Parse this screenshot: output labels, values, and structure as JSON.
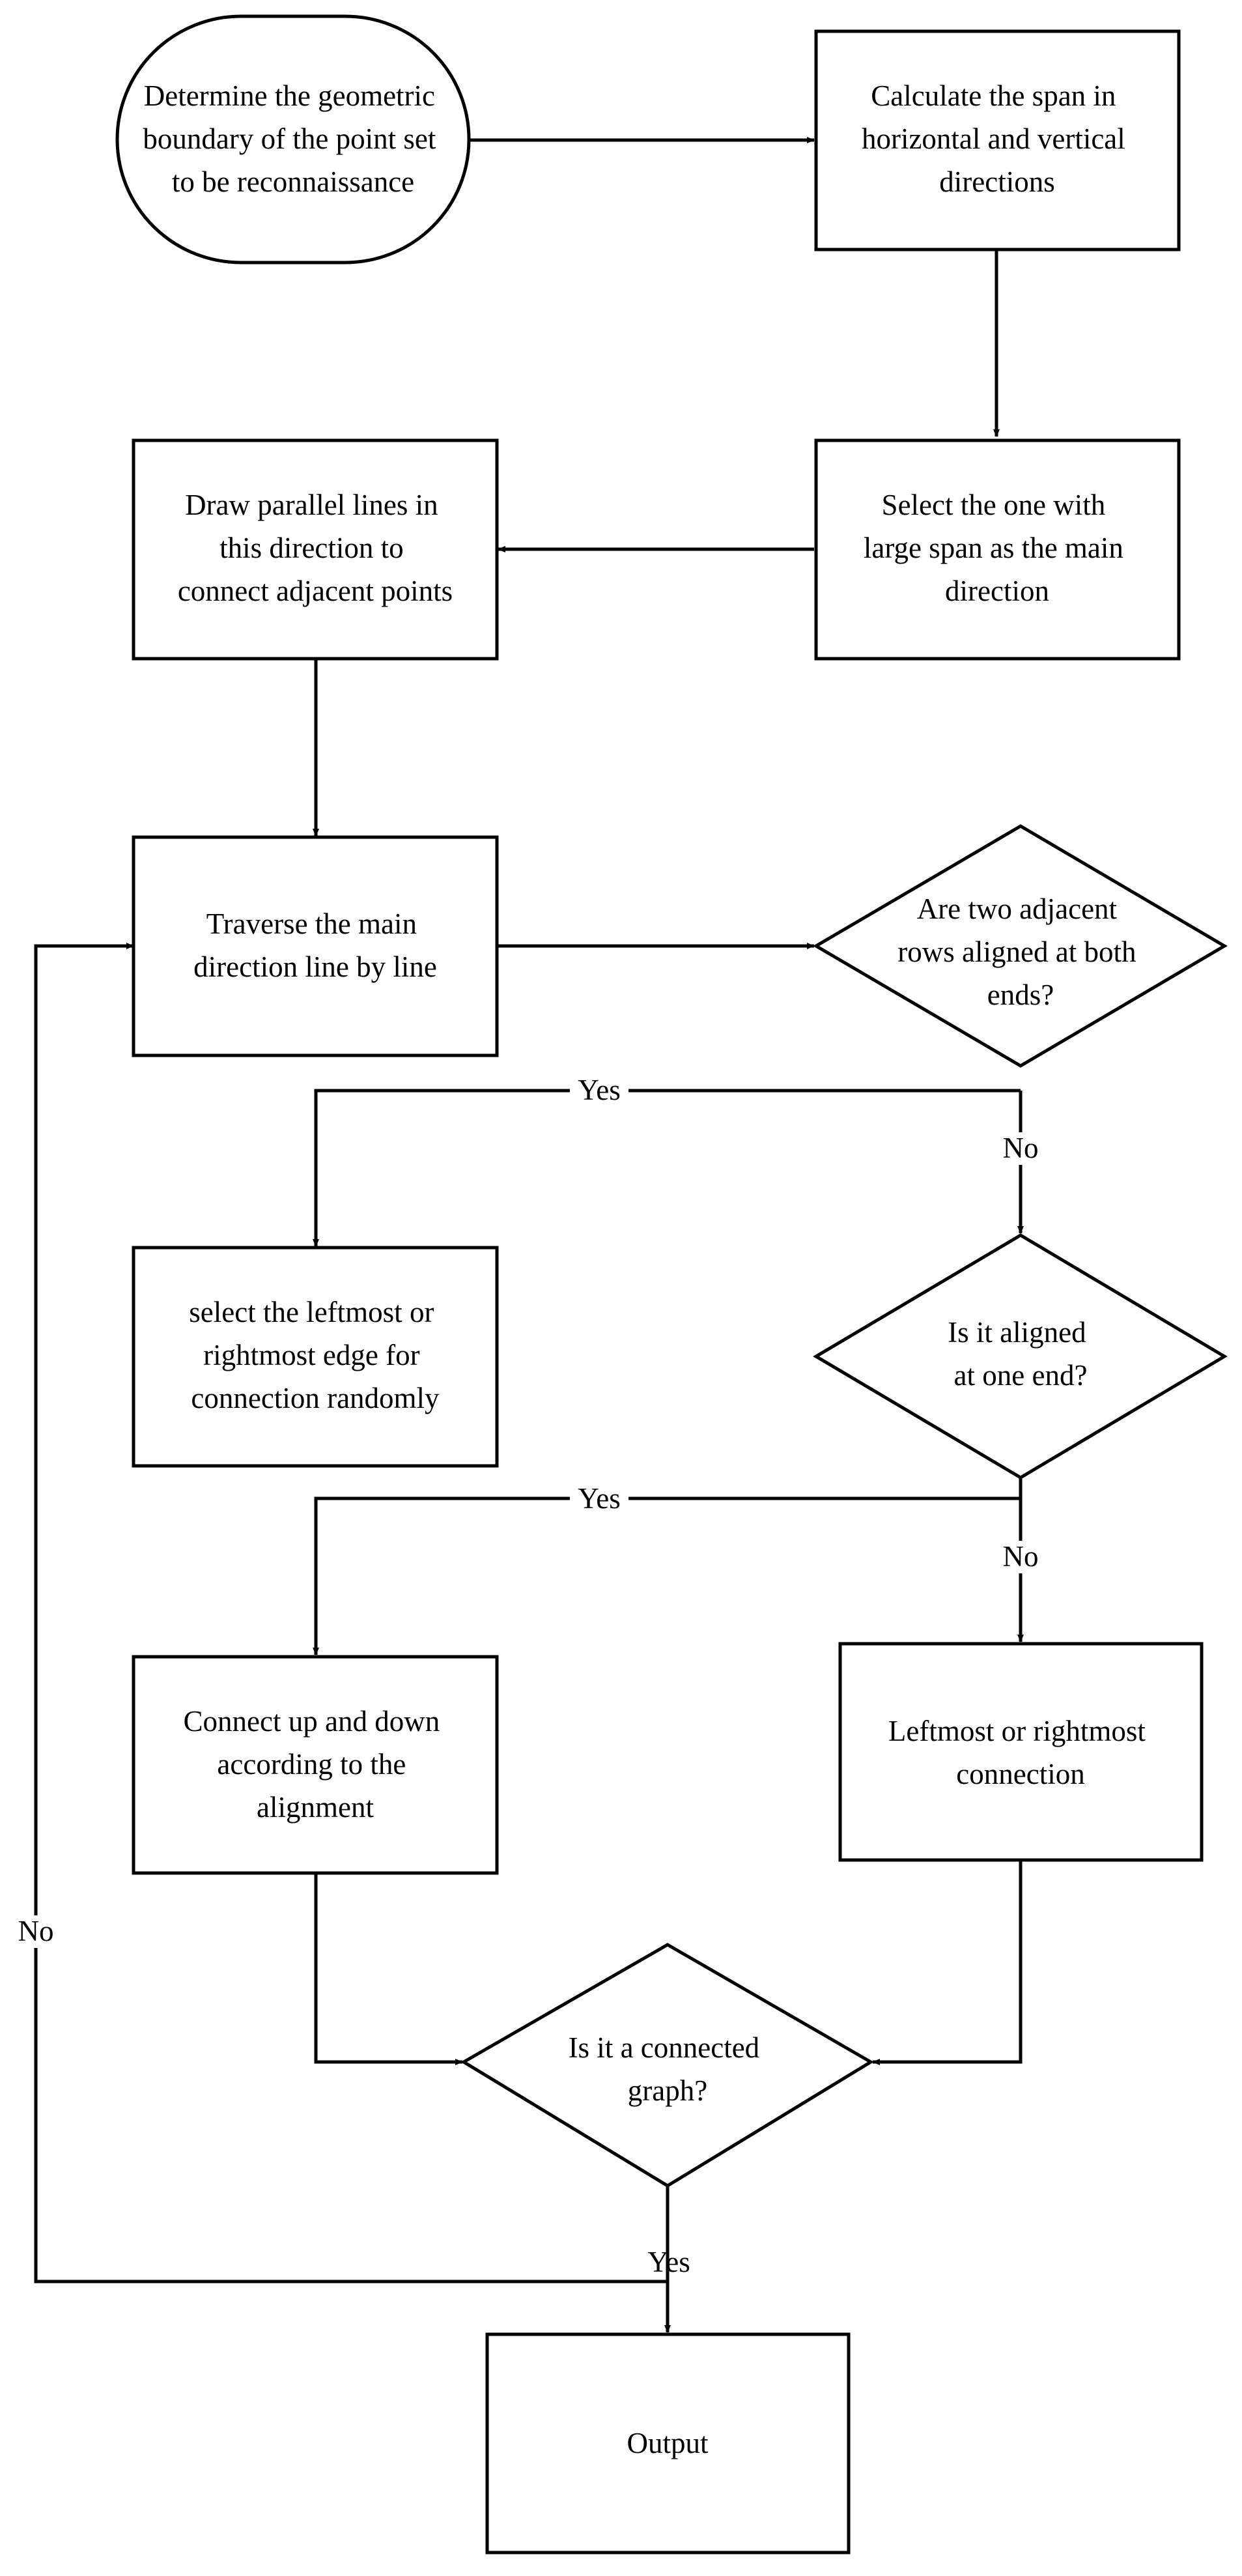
{
  "nodes": {
    "n_start": {
      "lines": [
        "Determine the geometric",
        "boundary of the point set",
        "to be reconnaissance"
      ]
    },
    "n_span": {
      "lines": [
        "Calculate the span in",
        "horizontal and vertical",
        "directions"
      ]
    },
    "n_select": {
      "lines": [
        "Select the one with",
        "large span as the main",
        "direction"
      ]
    },
    "n_draw": {
      "lines": [
        "Draw parallel lines in",
        "this direction to",
        "connect adjacent points"
      ]
    },
    "n_traverse": {
      "lines": [
        "Traverse the main",
        "direction line by line"
      ]
    },
    "n_both": {
      "lines": [
        "Are two adjacent",
        "rows aligned at both",
        "ends?"
      ]
    },
    "n_random": {
      "lines": [
        "select the leftmost or",
        "rightmost edge for",
        "connection randomly"
      ]
    },
    "n_one": {
      "lines": [
        "Is it aligned",
        "at one end?"
      ]
    },
    "n_align": {
      "lines": [
        "Connect up and down",
        "according to the",
        "alignment"
      ]
    },
    "n_lr": {
      "lines": [
        "Leftmost or rightmost",
        "connection"
      ]
    },
    "n_conn": {
      "lines": [
        "Is it a connected",
        "graph?"
      ]
    },
    "n_out": {
      "lines": [
        "Output"
      ]
    }
  },
  "edges": {
    "yes1": "Yes",
    "no1": "No",
    "yes2": "Yes",
    "no2": "No",
    "yes3": "Yes",
    "no3": "No"
  }
}
